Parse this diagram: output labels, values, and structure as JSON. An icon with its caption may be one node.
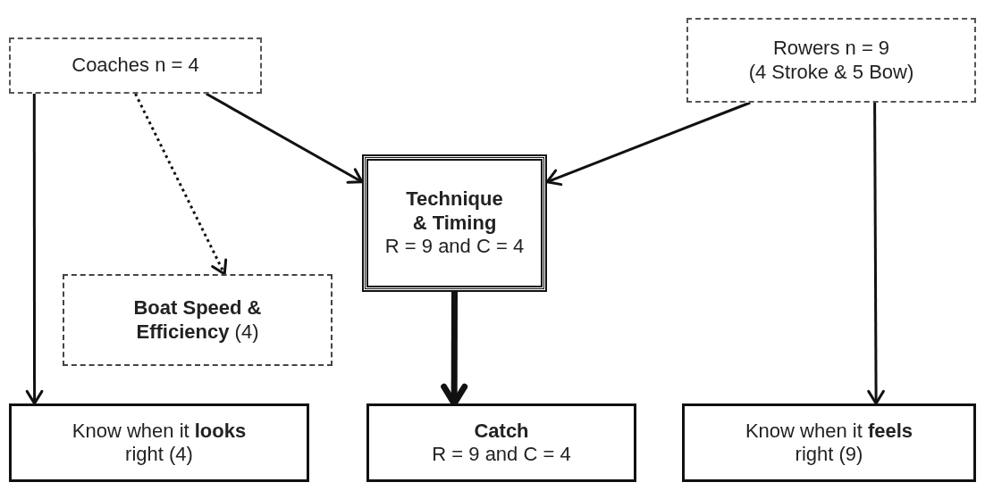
{
  "diagram": {
    "nodes": [
      {
        "text": [
          "Coaches n = 4"
        ]
      },
      {
        "text": [
          "Rowers n = 9",
          "(4 Stroke & 5 Bow)"
        ]
      },
      {
        "text": [
          "Technique & Timing",
          "R = 9 and C = 4"
        ]
      },
      {
        "text": [
          "**Boat Speed & Efficiency** (4)"
        ]
      },
      {
        "text": [
          "Know when it **looks** right (4)"
        ]
      },
      {
        "text": [
          "Catch",
          "R = 9 and C = 4"
        ]
      },
      {
        "text": [
          "Know when it **feels** right (9)"
        ]
      }
    ],
    "edges": [
      {
        "from": 0,
        "to": 2,
        "arrow": "to"
      },
      {
        "from": 0,
        "to": 3,
        "arrow": "to",
        "style": "dashed"
      },
      {
        "from": 0,
        "to": 4,
        "arrow": "to"
      },
      {
        "from": 1,
        "to": 2,
        "arrow": "to"
      },
      {
        "from": 1,
        "to": 6,
        "arrow": "to"
      },
      {
        "from": 2,
        "to": 5,
        "arrow": "to",
        "style": "thick"
      }
    ]
  }
}
